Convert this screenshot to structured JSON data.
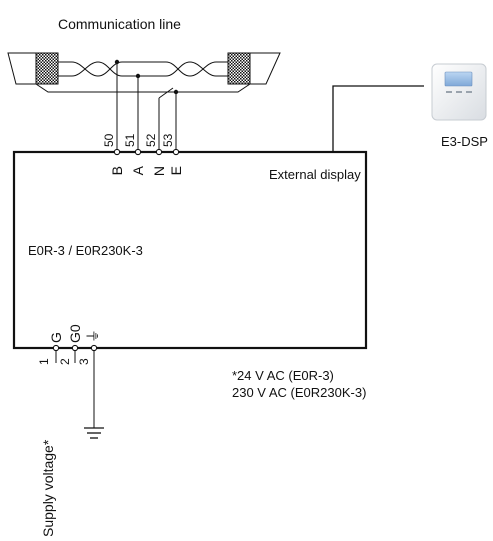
{
  "title": "Communication line",
  "unit": {
    "model": "E0R-3 / E0R230K-3",
    "external_display_label": "External display"
  },
  "display_device": {
    "name": "E3-DSP"
  },
  "comm_terminals": [
    {
      "number": "50",
      "letter": "B"
    },
    {
      "number": "51",
      "letter": "A"
    },
    {
      "number": "52",
      "letter": "N"
    },
    {
      "number": "53",
      "letter": "E"
    }
  ],
  "supply_terminals": [
    {
      "number": "1",
      "letter": "G"
    },
    {
      "number": "2",
      "letter": "G0"
    },
    {
      "number": "3",
      "letter": "⏚"
    }
  ],
  "supply_label": "Supply voltage*",
  "notes": [
    "*24 V AC (E0R-3)",
    "230 V AC (E0R230K-3)"
  ],
  "icons": {
    "cable_left": "shielded-cable-icon",
    "cable_right": "shielded-cable-icon",
    "display": "thermostat-display-icon",
    "ground": "ground-icon"
  }
}
